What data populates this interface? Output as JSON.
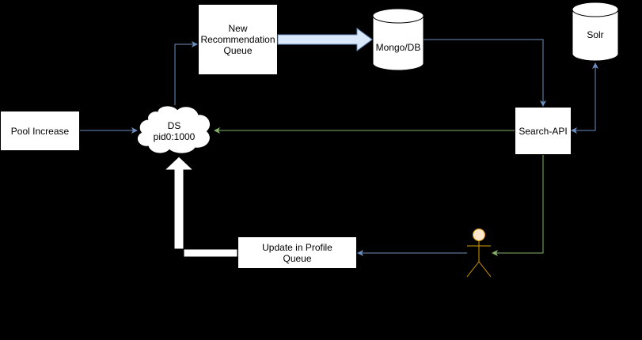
{
  "nodes": {
    "pool_increase": "Pool Increase",
    "new_rec_queue_line1": "New",
    "new_rec_queue_line2": "Recommendation",
    "new_rec_queue_line3": "Queue",
    "mongo": "Mongo/DB",
    "solr": "Solr",
    "search_api": "Search-API",
    "ds_line1": "DS",
    "ds_line2": "pid0:1000",
    "update_profile_line1": "Update in Profile",
    "update_profile_line2": "Queue"
  },
  "colors": {
    "background": "#000000",
    "node_fill": "#ffffff",
    "edge_blue": "#6c8ebf",
    "edge_green": "#82b366",
    "actor_head": "#ffe6cc",
    "actor_stroke": "#d79b00",
    "wide_arrow_fill": "#dae8fc"
  },
  "icons": {
    "actor": "person-icon",
    "database": "cylinder-shape",
    "cloud": "cloud-shape"
  }
}
